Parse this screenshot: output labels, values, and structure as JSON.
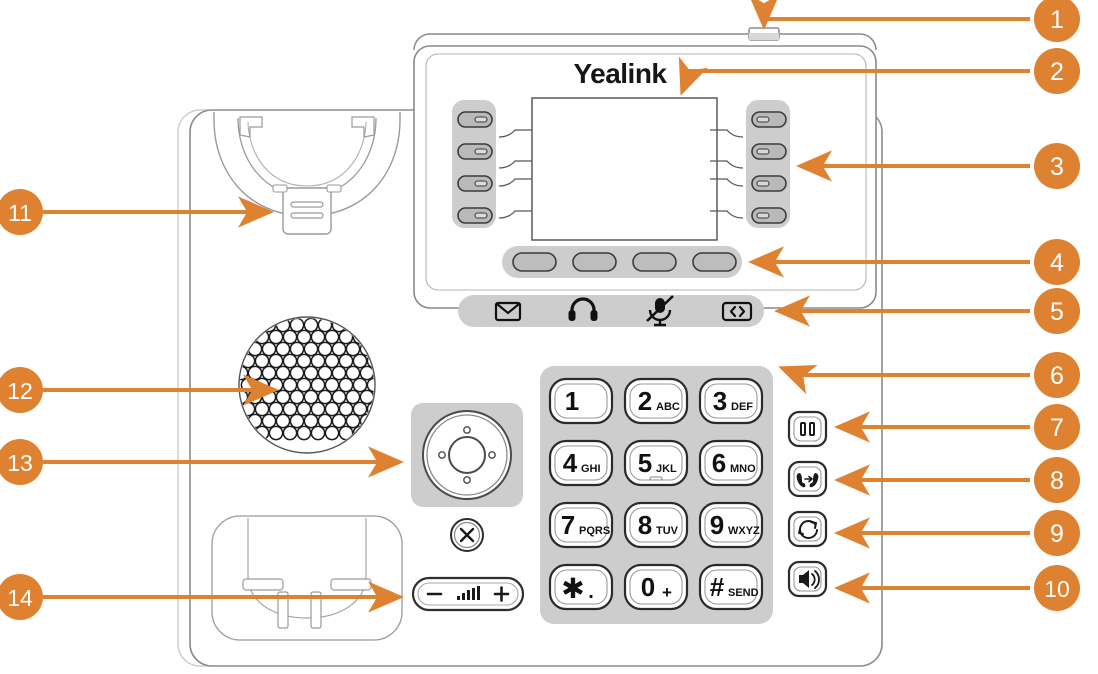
{
  "diagram": {
    "title": "Yealink IP phone hardware component callout diagram",
    "device_brand": "Yealink",
    "colors": {
      "callout_orange": "#DE8130",
      "outline_gray": "#7a7a7a",
      "panel_gray": "#c9c9c9",
      "key_outline": "#3a3a3a",
      "background": "#ffffff"
    }
  },
  "callouts": [
    {
      "id": "1",
      "label": "1",
      "side": "right"
    },
    {
      "id": "2",
      "label": "2",
      "side": "right"
    },
    {
      "id": "3",
      "label": "3",
      "side": "right"
    },
    {
      "id": "4",
      "label": "4",
      "side": "right"
    },
    {
      "id": "5",
      "label": "5",
      "side": "right"
    },
    {
      "id": "6",
      "label": "6",
      "side": "right"
    },
    {
      "id": "7",
      "label": "7",
      "side": "right"
    },
    {
      "id": "8",
      "label": "8",
      "side": "right"
    },
    {
      "id": "9",
      "label": "9",
      "side": "right"
    },
    {
      "id": "10",
      "label": "10",
      "side": "right"
    },
    {
      "id": "11",
      "label": "11",
      "side": "left"
    },
    {
      "id": "12",
      "label": "12",
      "side": "left"
    },
    {
      "id": "13",
      "label": "13",
      "side": "left"
    },
    {
      "id": "14",
      "label": "14",
      "side": "left"
    }
  ],
  "keypad": {
    "keys": [
      {
        "digit": "1",
        "letters": ""
      },
      {
        "digit": "2",
        "letters": "ABC"
      },
      {
        "digit": "3",
        "letters": "DEF"
      },
      {
        "digit": "4",
        "letters": "GHI"
      },
      {
        "digit": "5",
        "letters": "JKL"
      },
      {
        "digit": "6",
        "letters": "MNO"
      },
      {
        "digit": "7",
        "letters": "PQRS"
      },
      {
        "digit": "8",
        "letters": "TUV"
      },
      {
        "digit": "9",
        "letters": "WXYZ"
      },
      {
        "digit": "✱",
        "letters": "."
      },
      {
        "digit": "0",
        "letters": "+"
      },
      {
        "digit": "#",
        "letters": "SEND"
      }
    ]
  },
  "feature_keys": [
    {
      "name": "message-key",
      "icon": "envelope-icon"
    },
    {
      "name": "headset-key",
      "icon": "headset-icon"
    },
    {
      "name": "mute-key",
      "icon": "microphone-muted-icon"
    },
    {
      "name": "transfer-key",
      "icon": "arrows-left-right-icon"
    }
  ],
  "side_keys": [
    {
      "name": "hold-key",
      "icon": "pause-icon"
    },
    {
      "name": "transfer-key",
      "icon": "call-transfer-icon"
    },
    {
      "name": "redial-key",
      "icon": "redial-arrows-icon"
    },
    {
      "name": "speakerphone-key",
      "icon": "speaker-icon"
    }
  ],
  "line_keys": {
    "left_count": 4,
    "right_count": 4
  },
  "soft_keys": {
    "count": 4
  },
  "navigation": {
    "ok_key": "ok-center-key",
    "directions": [
      "up",
      "right",
      "down",
      "left"
    ],
    "cancel_key_icon": "x-cancel-icon"
  },
  "volume_key": {
    "minus": "−",
    "plus": "+",
    "bars_icon": "volume-bars-icon"
  }
}
